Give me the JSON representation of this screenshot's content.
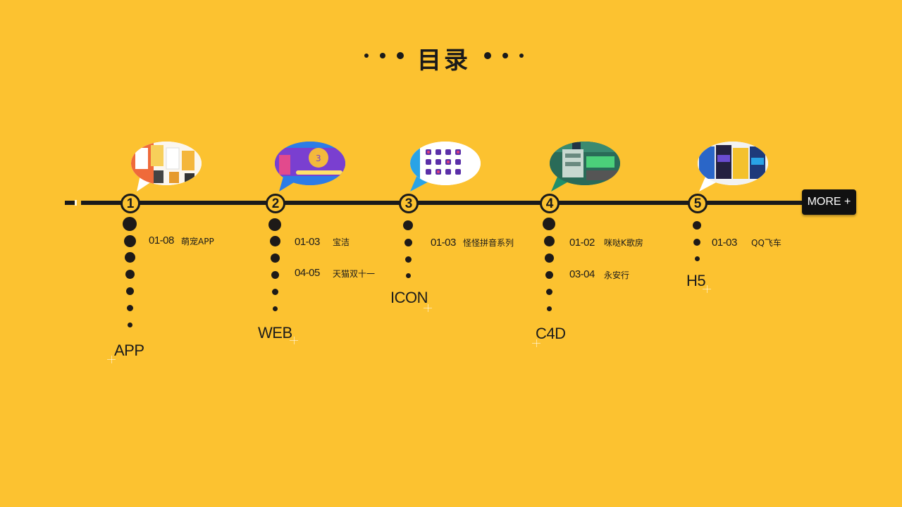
{
  "header": {
    "title": "目录"
  },
  "more_button": {
    "label": "MORE +"
  },
  "stages": [
    {
      "number": "1",
      "category": "APP",
      "projects": [
        {
          "date": "01-08",
          "name": "萌宠APP"
        }
      ]
    },
    {
      "number": "2",
      "category": "WEB",
      "projects": [
        {
          "date": "01-03",
          "name": "宝洁"
        },
        {
          "date": "04-05",
          "name": "天猫双十一"
        }
      ]
    },
    {
      "number": "3",
      "category": "ICON",
      "projects": [
        {
          "date": "01-03",
          "name": "怪怪拼音系列"
        }
      ]
    },
    {
      "number": "4",
      "category": "C4D",
      "projects": [
        {
          "date": "01-02",
          "name": "咪哒K歌房"
        },
        {
          "date": "03-04",
          "name": "永安行"
        }
      ]
    },
    {
      "number": "5",
      "category": "H5",
      "projects": [
        {
          "date": "01-03",
          "name": "QQ飞车"
        }
      ]
    }
  ],
  "colors": {
    "background": "#fcc230",
    "ink": "#1a1a1a",
    "button": "#111111"
  },
  "icons": [
    "speech-bubble-thumbnail",
    "step-number-circle"
  ]
}
